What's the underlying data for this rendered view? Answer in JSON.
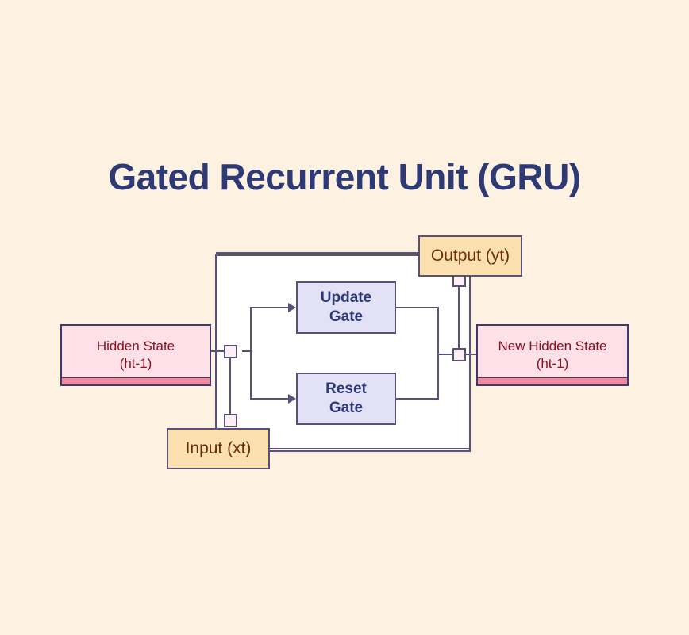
{
  "page": {
    "background_color": "#fdf2e2",
    "title": "Gated Recurrent Unit (GRU)",
    "title_color": "#2e3a76"
  },
  "diagram": {
    "type": "block-diagram",
    "nodes": {
      "hidden_state": {
        "label_line1": "Hidden State",
        "label_line2": "(ht-1)",
        "fill": "#fde0e8",
        "accent_bar": "#f4879b",
        "text_color": "#8c1020",
        "border": "#3f3a6e"
      },
      "new_hidden_state": {
        "label_line1": "New Hidden State",
        "label_line2": "(ht-1)",
        "fill": "#fde0e8",
        "accent_bar": "#f4879b",
        "text_color": "#8c1020",
        "border": "#3f3a6e"
      },
      "update_gate": {
        "label_line1": "Update",
        "label_line2": "Gate",
        "fill": "#e2e1f6",
        "text_color": "#2e3a76",
        "border": "#58527a"
      },
      "reset_gate": {
        "label_line1": "Reset",
        "label_line2": "Gate",
        "fill": "#e2e1f6",
        "text_color": "#2e3a76",
        "border": "#58527a"
      },
      "input": {
        "label_line1": "Input (xt)",
        "fill": "#fce0b0",
        "text_color": "#6b2d0c",
        "border": "#58527a"
      },
      "output": {
        "label_line1": "Output (yt)",
        "fill": "#fce0b0",
        "text_color": "#6b2d0c",
        "border": "#58527a"
      }
    },
    "edges": [
      {
        "from": "hidden_state",
        "to": "gate-junction-left"
      },
      {
        "from": "gate-junction-left",
        "to": "update_gate",
        "arrow": true
      },
      {
        "from": "gate-junction-left",
        "to": "reset_gate",
        "arrow": true
      },
      {
        "from": "update_gate",
        "to": "gate-junction-right"
      },
      {
        "from": "reset_gate",
        "to": "gate-junction-right"
      },
      {
        "from": "gate-junction-right",
        "to": "new_hidden_state"
      },
      {
        "from": "gate-junction-right",
        "to": "output"
      },
      {
        "from": "input",
        "to": "gate-junction-left"
      },
      {
        "from": "input",
        "to": "output"
      }
    ],
    "wire_color": "#58527a",
    "junction_fill": "#fdeef2",
    "container_fill": "#ffffff"
  }
}
